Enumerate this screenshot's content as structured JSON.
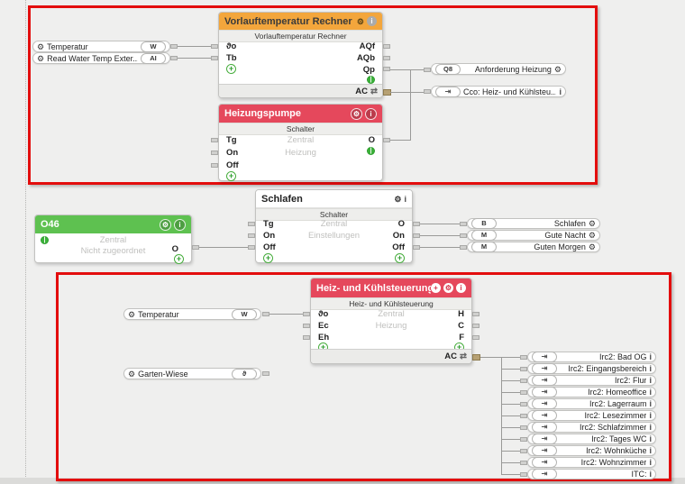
{
  "colors": {
    "orange_header": "#f3a63c",
    "red_header": "#e5485c",
    "green_header": "#5ec150",
    "highlight_red": "#e30d0d",
    "wire": "#9a9a98"
  },
  "icons": {
    "gear": "⚙",
    "info": "i",
    "plus": "+",
    "power": "|",
    "swap": "⇄",
    "connector": "⇥"
  },
  "blocks": {
    "vorlauf": {
      "title": "Vorlauftemperatur Rechner",
      "subtitle": "Vorlauftemperatur Rechner",
      "inputs": [
        "ϑo",
        "Tb"
      ],
      "outputs": [
        "AQf",
        "AQb",
        "Qp"
      ],
      "ac_label": "AC"
    },
    "heizungspumpe": {
      "title": "Heizungspumpe",
      "subtitle": "Schalter",
      "inputs": [
        "Tg",
        "On",
        "Off"
      ],
      "center": [
        "Zentral",
        "Heizung"
      ],
      "outputs": [
        "O"
      ]
    },
    "schlafen": {
      "title": "Schlafen",
      "subtitle": "Schalter",
      "inputs": [
        "Tg",
        "On",
        "Off"
      ],
      "center": [
        "Zentral",
        "Einstellungen"
      ],
      "outputs": [
        "O",
        "On",
        "Off"
      ]
    },
    "o46": {
      "title": "O46",
      "center": [
        "Zentral",
        "Nicht zugeordnet"
      ],
      "output": "O"
    },
    "heizkuehl": {
      "title": "Heiz- und Kühlsteuerung",
      "subtitle": "Heiz- und Kühlsteuerung",
      "inputs": [
        "ϑo",
        "Ec",
        "Eh"
      ],
      "center": [
        "Zentral",
        "Heizung"
      ],
      "outputs": [
        "H",
        "C",
        "F"
      ],
      "ac_label": "AC"
    }
  },
  "io": {
    "top_left_inputs": [
      {
        "label": "Temperatur",
        "badge": "W"
      },
      {
        "label": "Read Water Temp Exter...",
        "badge": "AI"
      }
    ],
    "top_right_outputs": [
      {
        "badge": "Q8",
        "label": "Anforderung Heizung"
      },
      {
        "label": "Cco: Heiz- und Kühlsteu..."
      }
    ],
    "mid_right_outputs": [
      {
        "badge": "B",
        "label": "Schlafen"
      },
      {
        "badge": "M",
        "label": "Gute Nacht"
      },
      {
        "badge": "M",
        "label": "Guten Morgen"
      }
    ],
    "bottom_left_inputs": [
      {
        "label": "Temperatur",
        "badge": "W"
      },
      {
        "label": "Garten-Wiese",
        "badge": "ϑ"
      }
    ],
    "bottom_right_outputs": [
      {
        "label": "Irc2: Bad OG"
      },
      {
        "label": "Irc2: Eingangsbereich"
      },
      {
        "label": "Irc2: Flur"
      },
      {
        "label": "Irc2: Homeoffice"
      },
      {
        "label": "Irc2: Lagerraum"
      },
      {
        "label": "Irc2: Lesezimmer"
      },
      {
        "label": "Irc2: Schlafzimmer"
      },
      {
        "label": "Irc2: Tages WC"
      },
      {
        "label": "Irc2: Wohnküche"
      },
      {
        "label": "Irc2: Wohnzimmer"
      },
      {
        "label": "ITC:"
      }
    ]
  }
}
